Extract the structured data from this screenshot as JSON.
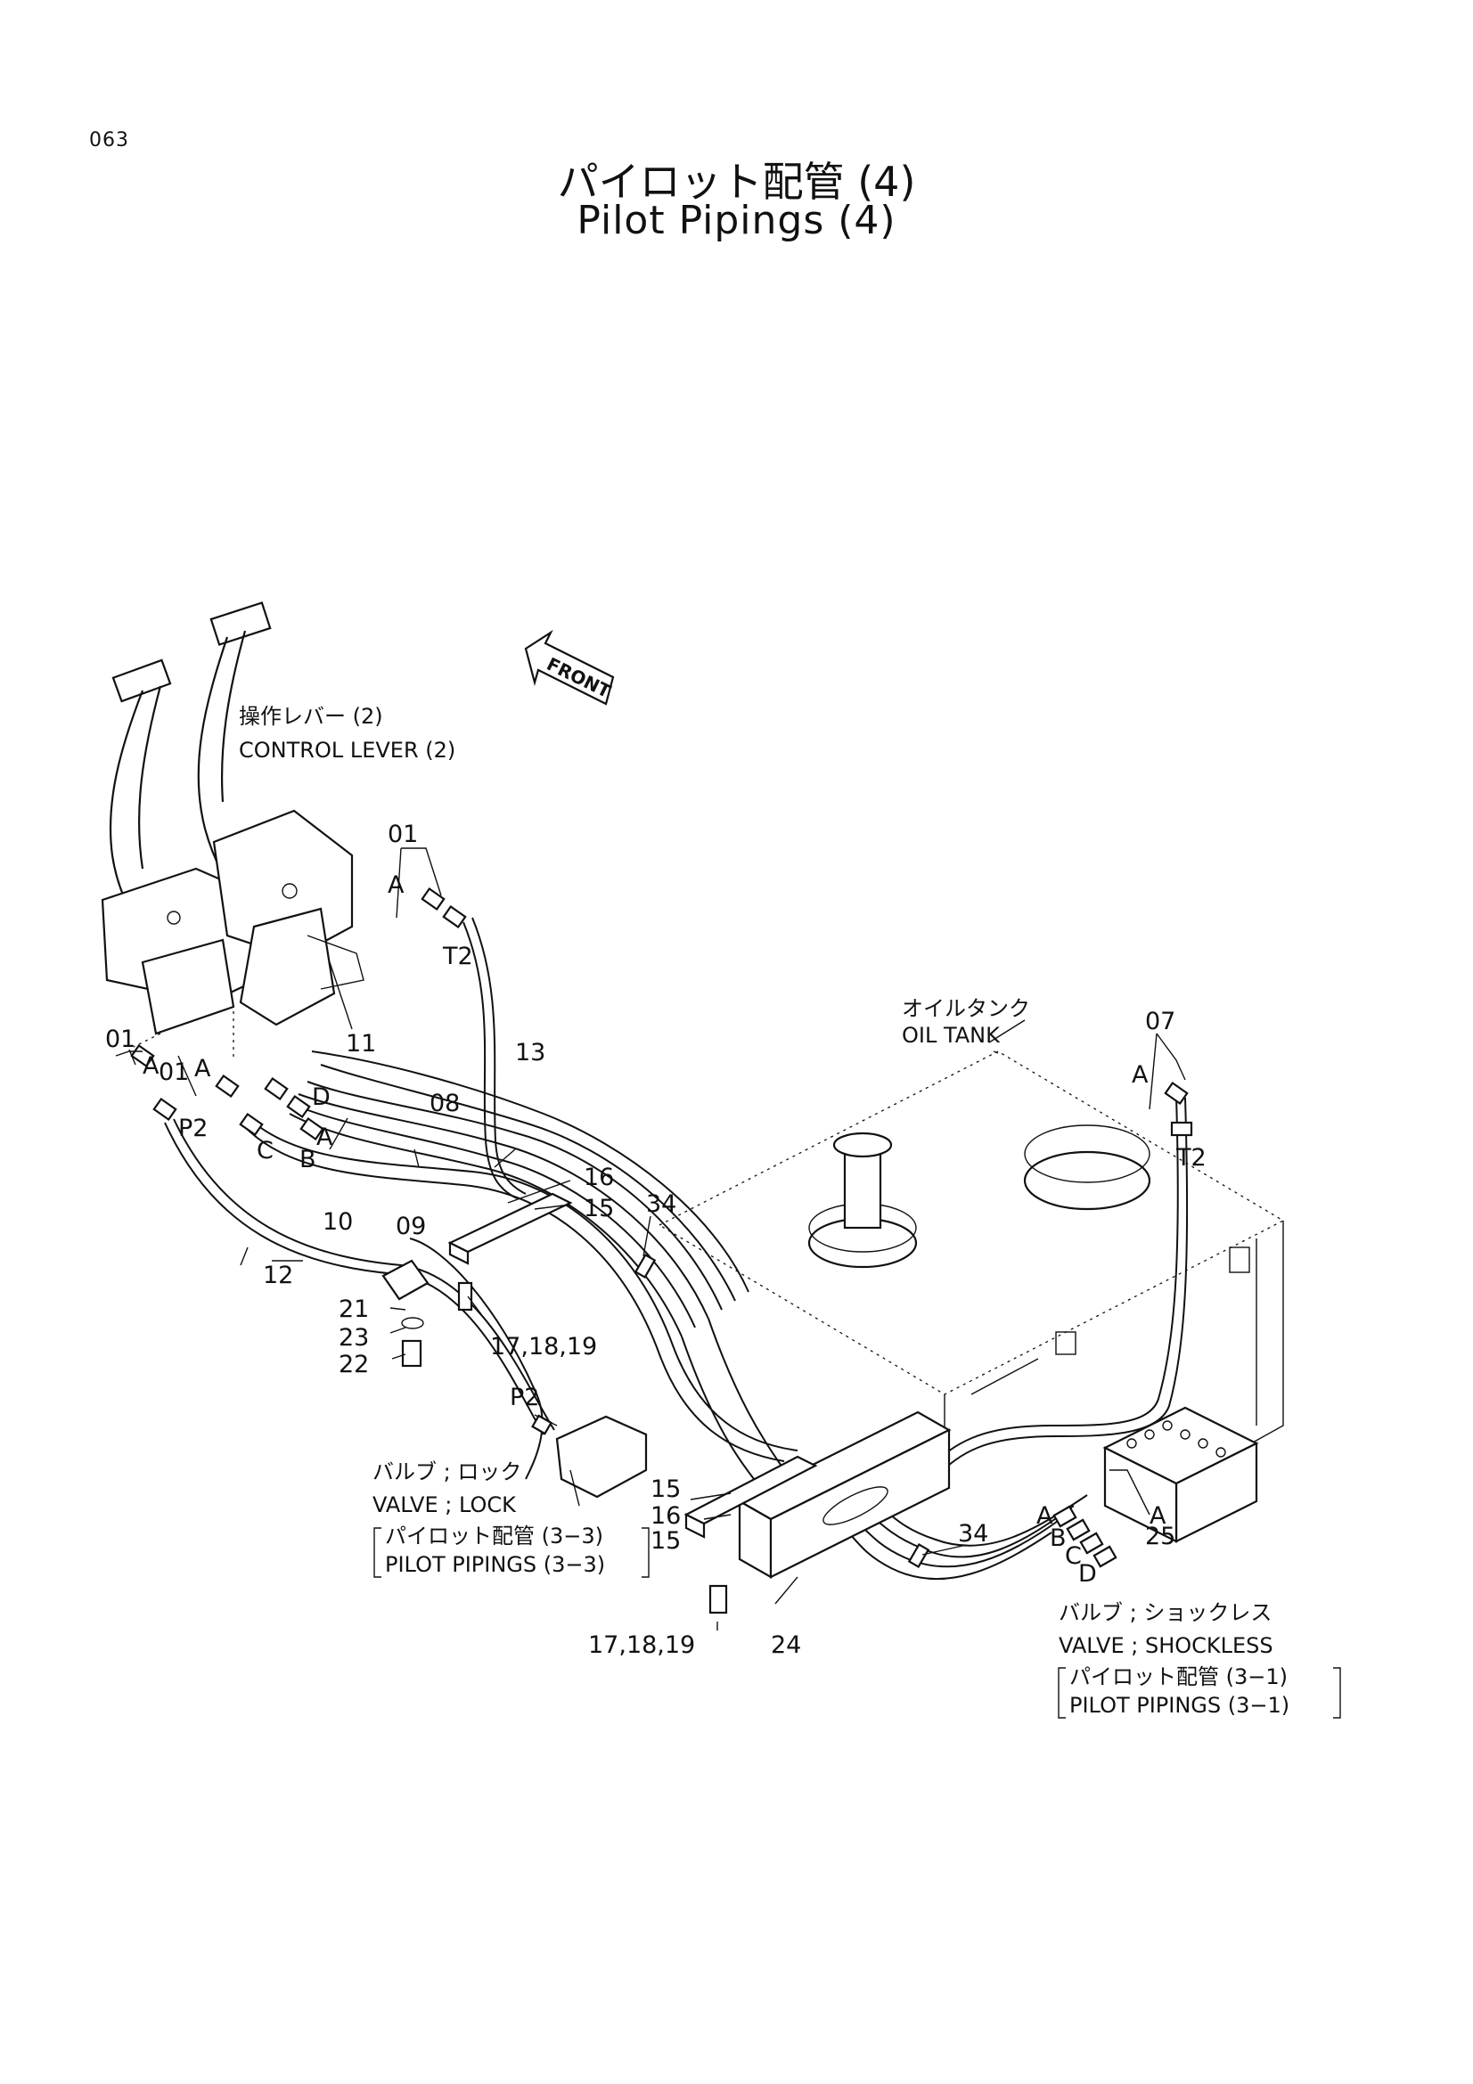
{
  "page_number": "063",
  "title_jp": "パイロット配管 (4)",
  "title_en": "Pilot Pipings (4)",
  "front_arrow": "FRONT",
  "labels": {
    "control_lever_jp": "操作レバー (2)",
    "control_lever_en": "CONTROL LEVER (2)",
    "oil_tank_jp": "オイルタンク",
    "oil_tank_en": "OIL TANK",
    "lock_valve_jp": "バルブ ; ロック",
    "lock_valve_en": "VALVE ; LOCK",
    "lock_ref_jp": "パイロット配管 (3−3)",
    "lock_ref_en": "PILOT PIPINGS (3−3)",
    "shockless_jp": "バルブ ; ショックレス",
    "shockless_en": "VALVE ; SHOCKLESS",
    "shockless_ref_jp": "パイロット配管 (3−1)",
    "shockless_ref_en": "PILOT PIPINGS (3−1)"
  },
  "callouts": {
    "c01a": "01",
    "c01b": "01",
    "c01c": "01",
    "c07": "07",
    "c08": "08",
    "c09": "09",
    "c10": "10",
    "c11": "11",
    "c12": "12",
    "c13": "13",
    "c15a": "15",
    "c15b": "15",
    "c15c": "15",
    "c16a": "16",
    "c16b": "16",
    "c17a": "17,18,19",
    "c17b": "17,18,19",
    "c21": "21",
    "c22": "22",
    "c23": "23",
    "c24": "24",
    "c25": "25",
    "c34a": "34",
    "c34b": "34"
  },
  "ports": {
    "a1": "A",
    "a2": "A",
    "a3": "A",
    "a4": "A",
    "a5": "A",
    "a6": "A",
    "a7": "A",
    "b1": "B",
    "b2": "B",
    "c1": "C",
    "c2": "C",
    "d1": "D",
    "d2": "D",
    "p2a": "P2",
    "p2b": "P2",
    "t2a": "T2",
    "t2b": "T2"
  }
}
